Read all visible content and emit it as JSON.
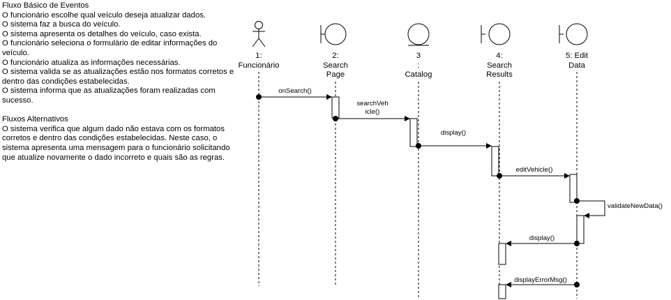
{
  "notes": {
    "basic_flow_title": "Fluxo Básico de Eventos",
    "basic_flow_lines": [
      "O funcionário escolhe qual veículo deseja atualizar dados.",
      "O sistema faz a busca do veículo.",
      "O sistema apresenta os detalhes do veículo, caso exista.",
      "O funcionário seleciona o formulário de editar informações do veículo.",
      "O funcionário atualiza as informações necessárias.",
      "O sistema valida se as atualizações estão nos formatos corretos e dentro das condições estabelecidas.",
      "O sistema informa que as atualizações foram realizadas com sucesso."
    ],
    "alt_flow_title": "Fluxos Alternativos",
    "alt_flow_text": "O sistema verifica que algum dado não estava com os formatos corretos e dentro das condições estabelecidas. Neste caso, o sistema apresenta uma mensagem para o funcionário solicitando que atualize novamente o dado incorreto e quais são as regras."
  },
  "participants": [
    {
      "id": "funcionario",
      "label_line1": "1:",
      "label_line2": "Funcionário",
      "label_line3": "",
      "kind": "actor"
    },
    {
      "id": "search-page",
      "label_line1": "2:",
      "label_line2": "Search",
      "label_line3": "Page",
      "kind": "boundary"
    },
    {
      "id": "catalog",
      "label_line1": "3",
      "label_line2": ":",
      "label_line3": "Catalog",
      "kind": "entity"
    },
    {
      "id": "search-results",
      "label_line1": "4:",
      "label_line2": "Search",
      "label_line3": "Results",
      "kind": "boundary"
    },
    {
      "id": "edit-data",
      "label_line1": "5: Edit",
      "label_line2": "Data",
      "label_line3": "",
      "kind": "boundary"
    }
  ],
  "messages": [
    {
      "id": "onsearch",
      "label": "onSearch()"
    },
    {
      "id": "searchvehicle",
      "label_line1": "searchVeh",
      "label_line2": "icle()"
    },
    {
      "id": "display1",
      "label": "display()"
    },
    {
      "id": "editvehicle",
      "label": "editVehicle()"
    },
    {
      "id": "validatenewdata",
      "label": "validateNewData()"
    },
    {
      "id": "display2",
      "label": "display()"
    },
    {
      "id": "displayerrormsg",
      "label": "displayErrorMsg()"
    }
  ]
}
